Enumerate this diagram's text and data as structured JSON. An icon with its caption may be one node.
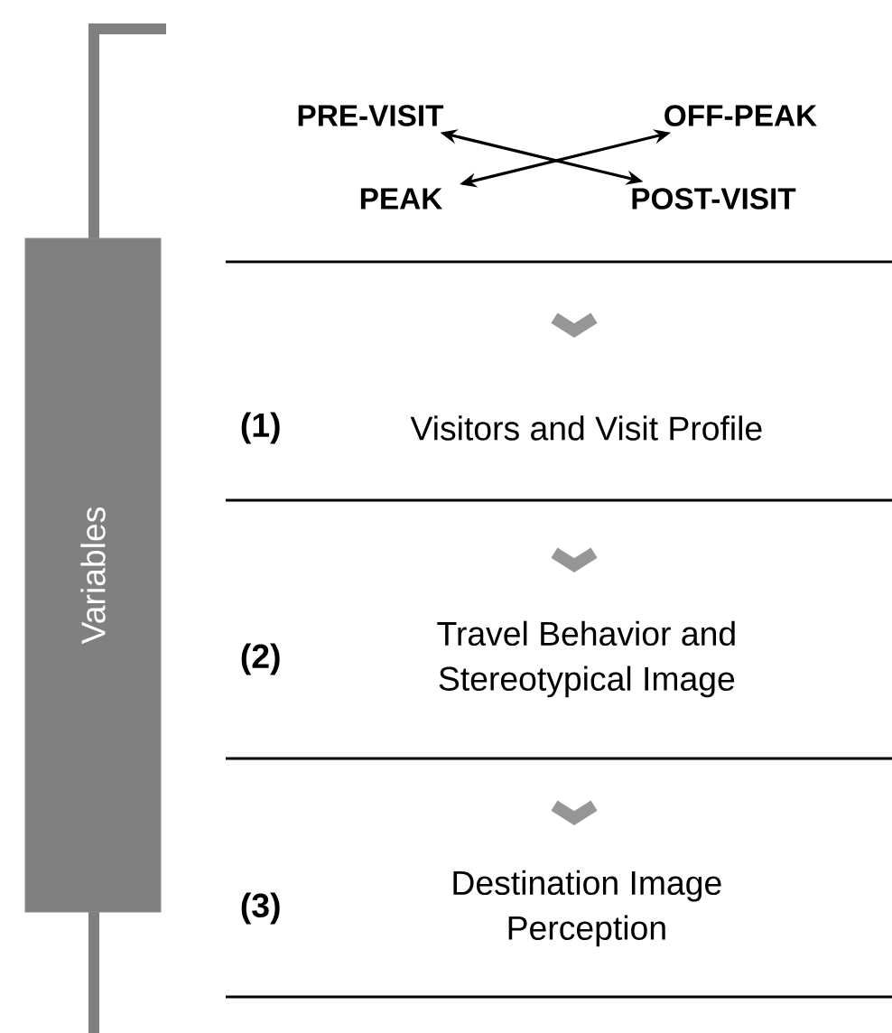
{
  "diagram": {
    "nodes": [
      {
        "text": [
          "Variables"
        ]
      },
      {
        "text": [
          "PRE-VISIT"
        ]
      },
      {
        "text": [
          "OFF-PEAK"
        ]
      },
      {
        "text": [
          "PEAK"
        ]
      },
      {
        "text": [
          "POST-VISIT"
        ]
      },
      {
        "text": [
          "(1)",
          "Visitors and Visit Profile"
        ]
      },
      {
        "text": [
          "(2)",
          "Travel Behavior and Stereotypical Image"
        ]
      },
      {
        "text": [
          "(3)",
          "Destination Image Perception"
        ]
      }
    ],
    "edges": [
      {
        "from": 1,
        "to": 4,
        "arrow": "both"
      },
      {
        "from": 3,
        "to": 2,
        "arrow": "both"
      }
    ]
  }
}
